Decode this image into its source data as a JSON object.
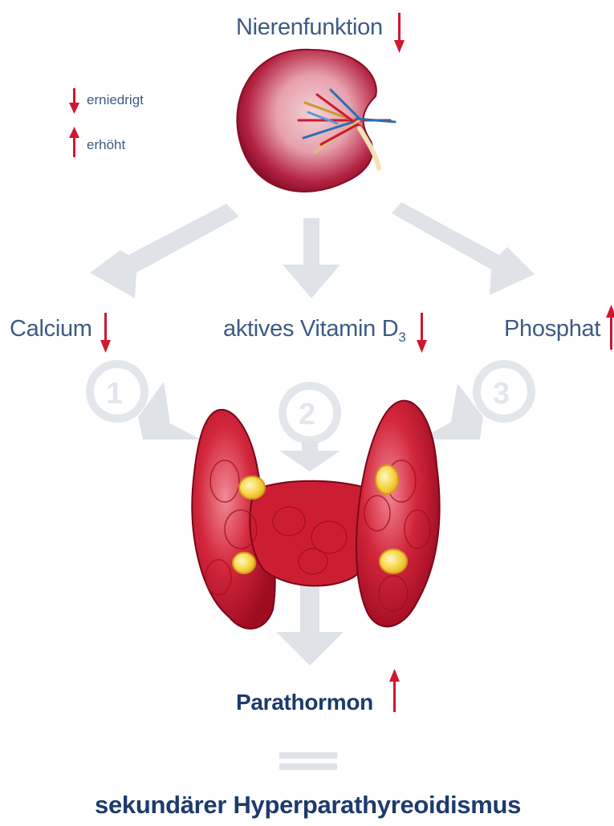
{
  "title": "Nierenfunktion",
  "legend": {
    "down_label": "erniedrigt",
    "up_label": "erhöht"
  },
  "factors": [
    {
      "label": "Calcium",
      "trend": "down",
      "number": "1"
    },
    {
      "label": "aktives Vitamin D",
      "subscript": "3",
      "trend": "down",
      "number": "2"
    },
    {
      "label": "Phosphat",
      "trend": "up",
      "number": "3"
    }
  ],
  "hormone": {
    "label": "Parathormon",
    "trend": "up"
  },
  "result": {
    "label": "sekundärer Hyperparathyreoidismus"
  },
  "colors": {
    "text": "#3e5a86",
    "text_dark": "#1e3a6e",
    "arrow_red": "#d0182e",
    "flow_arrow": "#dfe3e8",
    "kidney": "#b0183a",
    "gland": "#c8182c",
    "nodule": "#f6d34a"
  },
  "icons": [
    "kidney-illustration",
    "parathyroid-gland-illustration"
  ]
}
